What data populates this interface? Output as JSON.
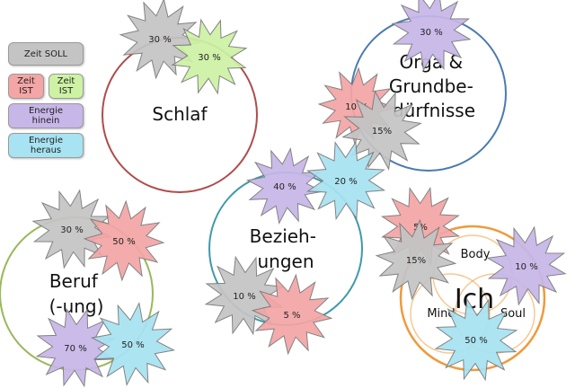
{
  "legend": {
    "zeit_soll": "Zeit SOLL",
    "zeit_ist_red": [
      "Zeit",
      "IST"
    ],
    "zeit_ist_green": [
      "Zeit",
      "IST"
    ],
    "energie_hinein": [
      "Energie",
      "hinein"
    ],
    "energie_heraus": [
      "Energie",
      "heraus"
    ]
  },
  "colors": {
    "soll": "#c4c4c4",
    "ist_red": "#f4a5a5",
    "ist_green": "#cdf2a4",
    "hinein": "#c7b6e8",
    "heraus": "#a7e3f2"
  },
  "circles": {
    "schlaf": {
      "label": "Schlaf",
      "color": "#b04c4c"
    },
    "orga": {
      "label": [
        "Orga &",
        "Grundbe-",
        "dürfnisse"
      ],
      "color": "#4a7bb0"
    },
    "beziehungen": {
      "label": [
        "Bezieh-",
        "ungen"
      ],
      "color": "#3f9aaa"
    },
    "beruf": {
      "label": [
        "Beruf",
        "(-ung)"
      ],
      "color": "#9ab85c"
    },
    "ich": {
      "label": "Ich",
      "color": "#ef9a3c",
      "sub": {
        "body": "Body",
        "mind": "Mind",
        "soul": "Soul"
      }
    }
  },
  "bursts": [
    {
      "id": "schlaf-soll",
      "kind": "soll",
      "text": "30 %"
    },
    {
      "id": "schlaf-ist",
      "kind": "ist_green",
      "text": "30 %"
    },
    {
      "id": "orga-hinein",
      "kind": "hinein",
      "text": "30 %"
    },
    {
      "id": "orga-ist",
      "kind": "ist_red",
      "text": "10 %"
    },
    {
      "id": "orga-soll",
      "kind": "soll",
      "text": "15%"
    },
    {
      "id": "bez-hinein",
      "kind": "hinein",
      "text": "40 %"
    },
    {
      "id": "bez-heraus",
      "kind": "heraus",
      "text": "20 %"
    },
    {
      "id": "bez-soll",
      "kind": "soll",
      "text": "10 %"
    },
    {
      "id": "bez-ist",
      "kind": "ist_red",
      "text": "5 %"
    },
    {
      "id": "beruf-soll",
      "kind": "soll",
      "text": "30 %"
    },
    {
      "id": "beruf-ist",
      "kind": "ist_red",
      "text": "50 %"
    },
    {
      "id": "beruf-hinein",
      "kind": "hinein",
      "text": "70 %"
    },
    {
      "id": "beruf-heraus",
      "kind": "heraus",
      "text": "50 %"
    },
    {
      "id": "ich-ist",
      "kind": "ist_red",
      "text": "5%"
    },
    {
      "id": "ich-soll",
      "kind": "soll",
      "text": "15%"
    },
    {
      "id": "ich-hinein",
      "kind": "hinein",
      "text": "10 %"
    },
    {
      "id": "ich-heraus",
      "kind": "heraus",
      "text": "50 %"
    }
  ]
}
